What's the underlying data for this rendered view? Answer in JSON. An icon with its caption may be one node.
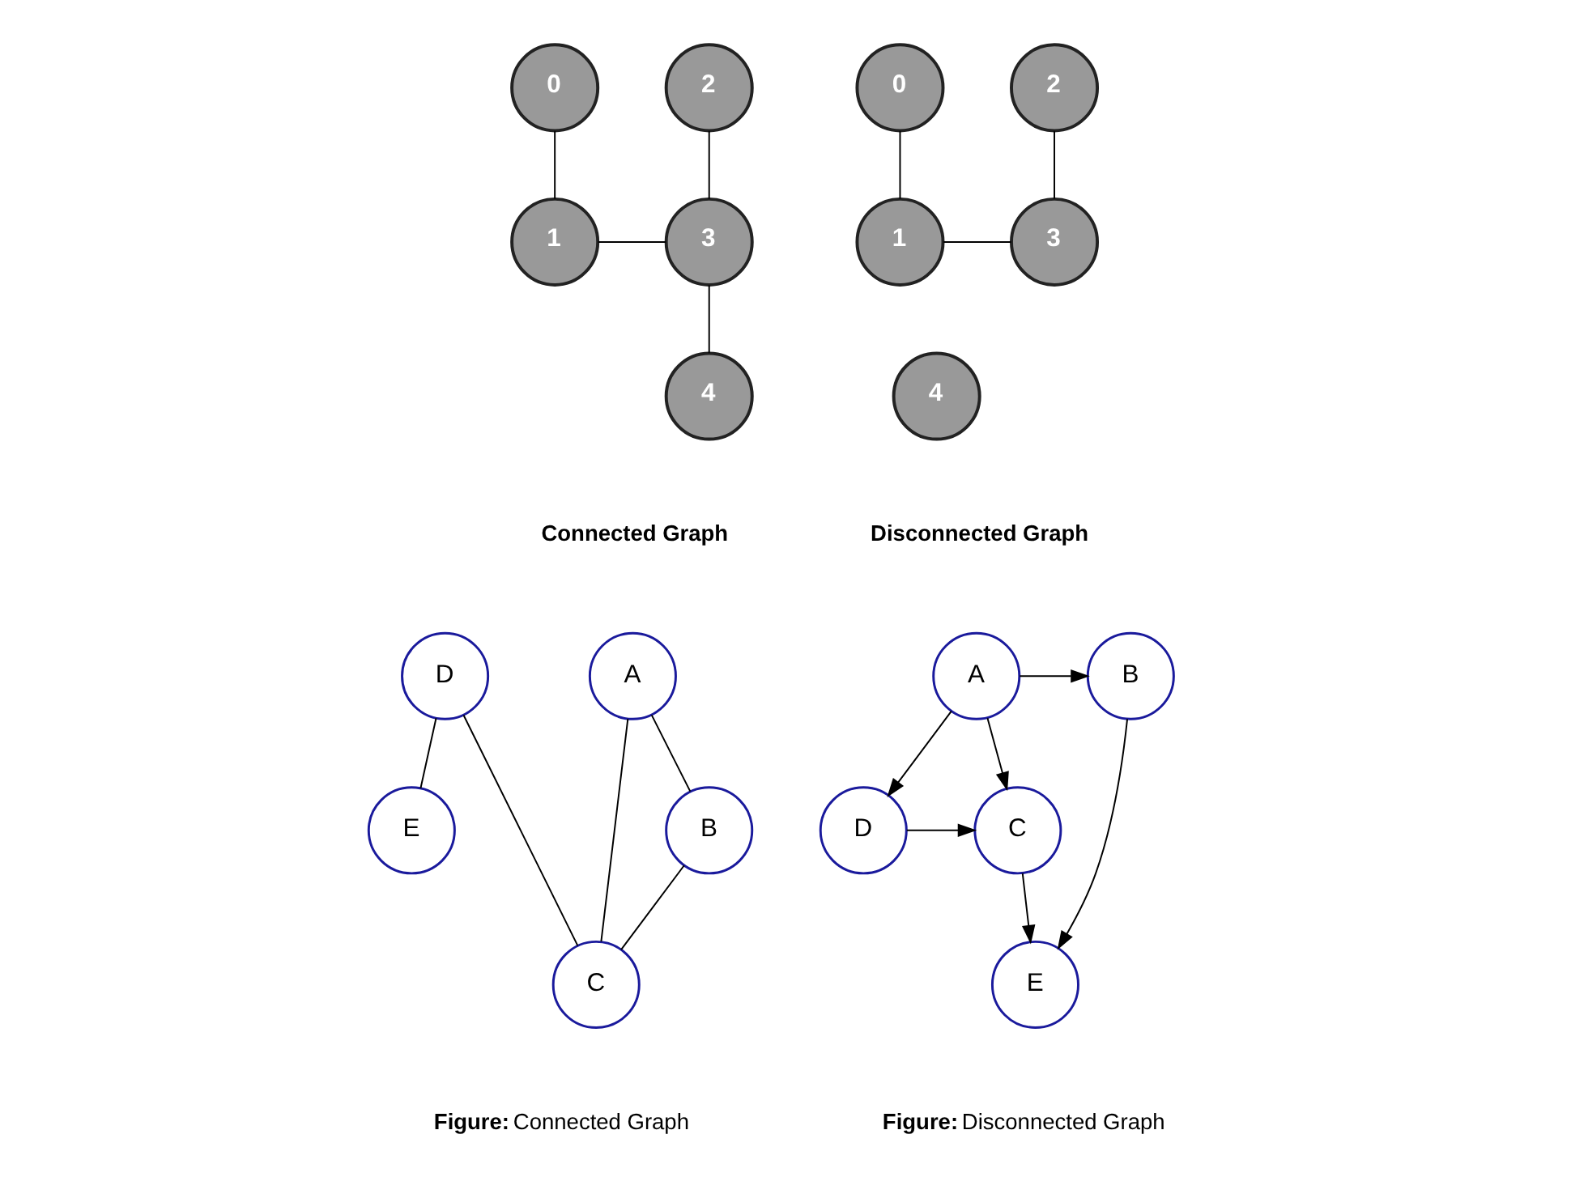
{
  "diagram": {
    "nodes": [
      {
        "text": [
          "0"
        ]
      },
      {
        "text": [
          "1"
        ]
      },
      {
        "text": [
          "2"
        ]
      },
      {
        "text": [
          "3"
        ]
      },
      {
        "text": [
          "4"
        ]
      },
      {
        "text": [
          "0"
        ]
      },
      {
        "text": [
          "1"
        ]
      },
      {
        "text": [
          "2"
        ]
      },
      {
        "text": [
          "3"
        ]
      },
      {
        "text": [
          "4"
        ]
      },
      {
        "text": [
          "A"
        ]
      },
      {
        "text": [
          "B"
        ]
      },
      {
        "text": [
          "C"
        ]
      },
      {
        "text": [
          "D"
        ]
      },
      {
        "text": [
          "E"
        ]
      },
      {
        "text": [
          "A"
        ]
      },
      {
        "text": [
          "B"
        ]
      },
      {
        "text": [
          "C"
        ]
      },
      {
        "text": [
          "D"
        ]
      },
      {
        "text": [
          "E"
        ]
      }
    ],
    "edges": [
      {
        "from": 0,
        "to": 1,
        "arrow": "none"
      },
      {
        "from": 2,
        "to": 3,
        "arrow": "none"
      },
      {
        "from": 1,
        "to": 3,
        "arrow": "none"
      },
      {
        "from": 3,
        "to": 4,
        "arrow": "none"
      },
      {
        "from": 5,
        "to": 6,
        "arrow": "none"
      },
      {
        "from": 7,
        "to": 8,
        "arrow": "none"
      },
      {
        "from": 6,
        "to": 8,
        "arrow": "none"
      },
      {
        "from": 10,
        "to": 11,
        "arrow": "none"
      },
      {
        "from": 10,
        "to": 12,
        "arrow": "none"
      },
      {
        "from": 11,
        "to": 12,
        "arrow": "none"
      },
      {
        "from": 12,
        "to": 13,
        "arrow": "none"
      },
      {
        "from": 13,
        "to": 14,
        "arrow": "none"
      },
      {
        "from": 15,
        "to": 16,
        "arrow": "to"
      },
      {
        "from": 15,
        "to": 18,
        "arrow": "to"
      },
      {
        "from": 15,
        "to": 17,
        "arrow": "to"
      },
      {
        "from": 16,
        "to": 19,
        "arrow": "to"
      },
      {
        "from": 18,
        "to": 17,
        "arrow": "to"
      },
      {
        "from": 17,
        "to": 19,
        "arrow": "to"
      }
    ],
    "labels": [
      "Connected Graph",
      "Disconnected Graph",
      "**Figure:** Connected Graph",
      "**Figure:** Disconnected Graph"
    ]
  }
}
